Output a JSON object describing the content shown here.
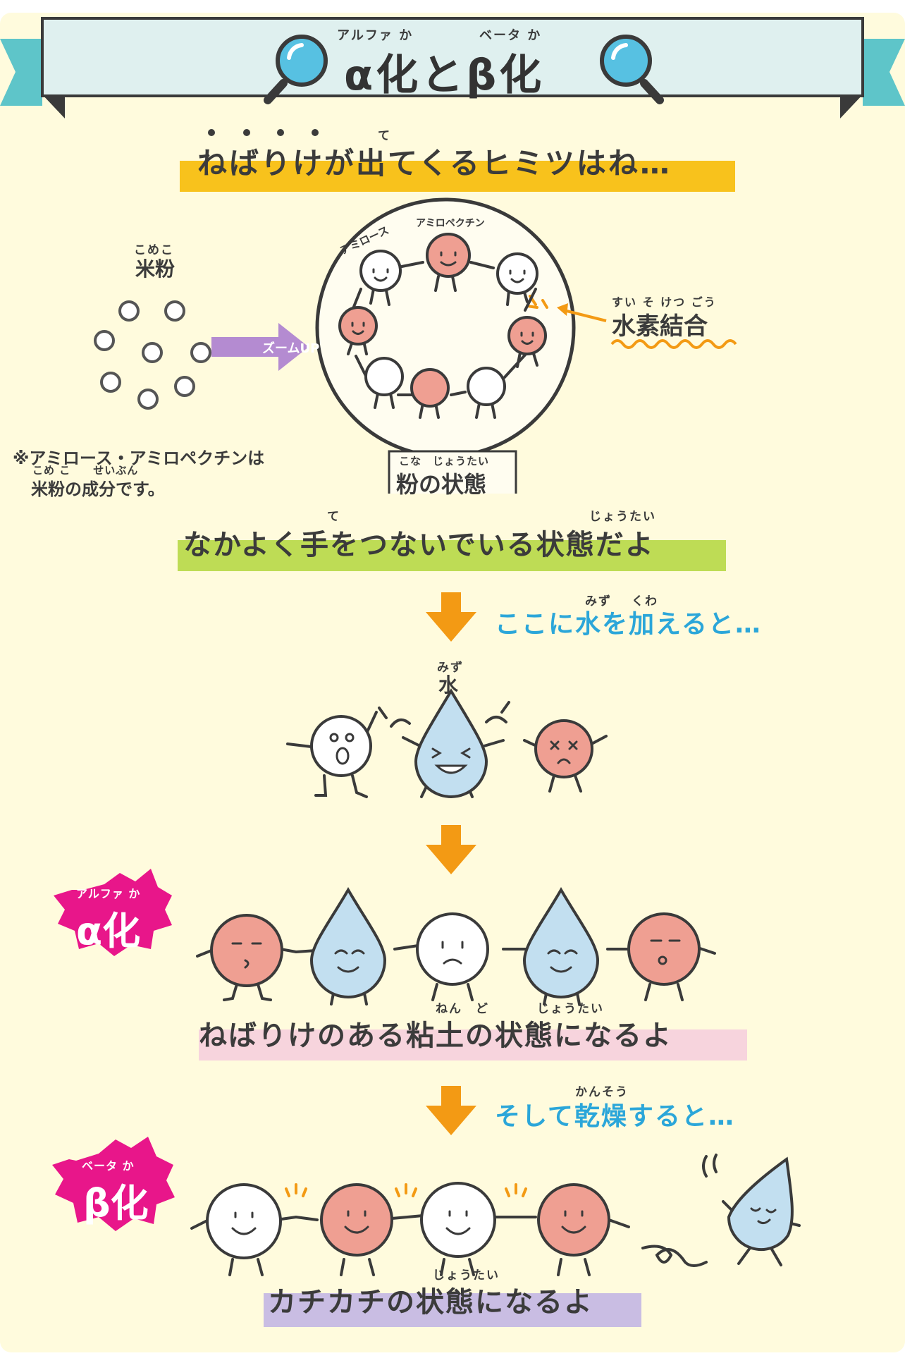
{
  "colors": {
    "background": "#fffbdd",
    "banner": "#dff0ef",
    "ribbon": "#5ec5c9",
    "highlight_yellow": "#f8c21c",
    "highlight_green": "#bedc55",
    "highlight_pink": "#f7d4dd",
    "highlight_purple": "#c9bde3",
    "arrow": "#f39a14",
    "accent_blue": "#2ba6d9",
    "magenta": "#e8168a",
    "face_pink": "#ef9f92",
    "drop_blue": "#c2dff0"
  },
  "header": {
    "title": "α化とβ化",
    "ruby_alpha": "アルファ か",
    "ruby_beta": "ベータ か",
    "left_icon": "magnifier-icon",
    "right_icon": "magnifier-icon"
  },
  "intro": {
    "line": "ねばりけが出てくるヒミツはね…",
    "ruby_de": "て"
  },
  "diagram": {
    "rice_label": "米粉",
    "rice_ruby": "こめこ",
    "zoom_label": "ズームUP",
    "amylose_label": "アミロース",
    "amylopectin_label": "アミロペクチン",
    "bond_label": "水素結合",
    "bond_ruby": "すい そ けつ ごう",
    "note_line1": "※アミロース・アミロペクチンは",
    "note_line2": "米粉の成分です。",
    "note_ruby": "こめ こ　　せいぶん",
    "state_label": "粉の状態",
    "state_ruby": "こな　じょうたい"
  },
  "step1": {
    "text": "なかよく手をつないでいる状態だよ",
    "ruby_te": "て",
    "ruby_joutai": "じょうたい"
  },
  "step2": {
    "text": "ここに水を加えると…",
    "ruby_mizu": "みず",
    "ruby_kuwa": "くわ",
    "water_label": "水",
    "water_ruby": "みず"
  },
  "alpha": {
    "badge": "α化",
    "badge_ruby": "アルファ か",
    "text": "ねばりけのある粘土の状態になるよ",
    "ruby_nendo": "ねん　ど",
    "ruby_joutai": "じょうたい"
  },
  "step3": {
    "text": "そして乾燥すると…",
    "ruby_kansou": "かんそう"
  },
  "beta": {
    "badge": "β化",
    "badge_ruby": "ベータ か",
    "text": "カチカチの状態になるよ",
    "ruby_joutai": "じょうたい"
  }
}
